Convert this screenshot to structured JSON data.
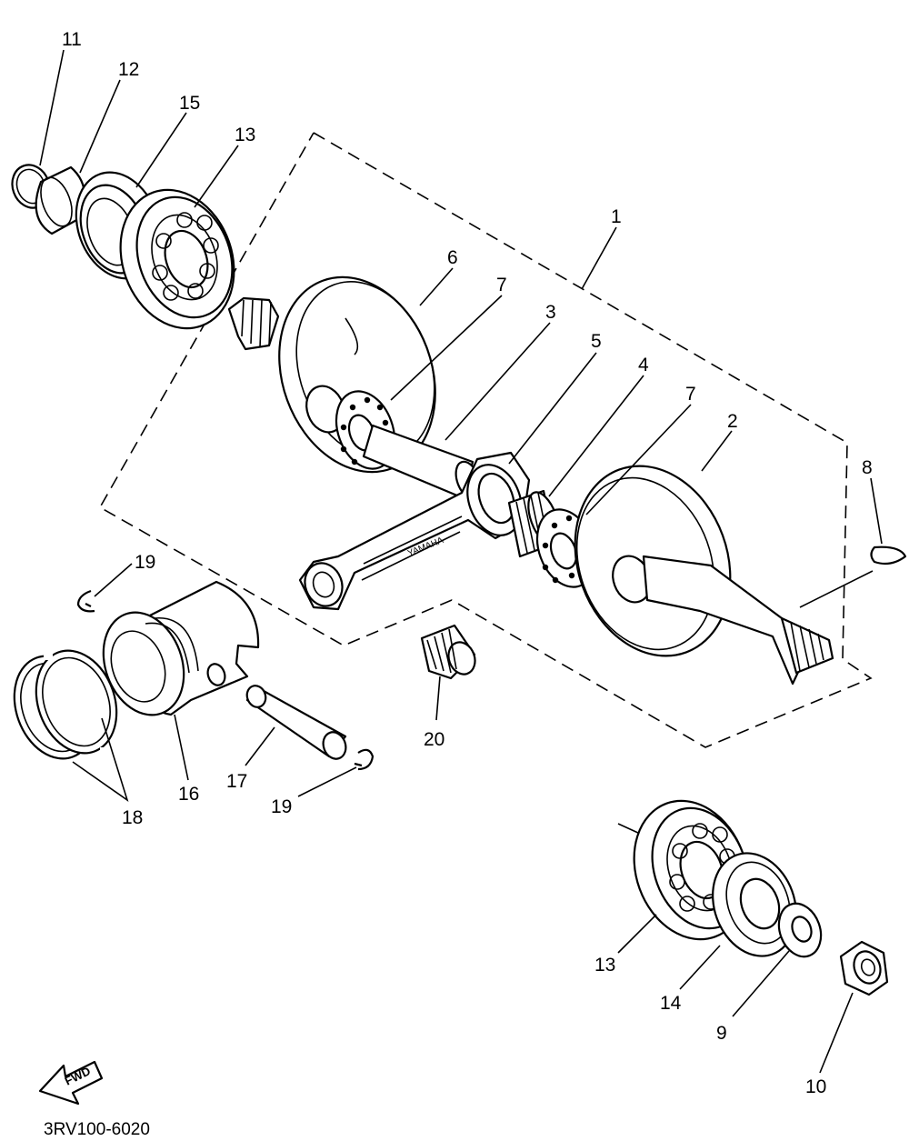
{
  "diagram": {
    "drawing_code": "3RV100-6020",
    "fwd_label": "FWD",
    "rod_marking": "YAMAHA",
    "callouts": {
      "c1": "1",
      "c2": "2",
      "c3": "3",
      "c4": "4",
      "c5": "5",
      "c6": "6",
      "c7a": "7",
      "c7b": "7",
      "c8": "8",
      "c9": "9",
      "c10": "10",
      "c11": "11",
      "c12": "12",
      "c13a": "13",
      "c13b": "13",
      "c14": "14",
      "c15": "15",
      "c16": "16",
      "c17": "17",
      "c18": "18",
      "c19a": "19",
      "c19b": "19",
      "c20": "20"
    }
  }
}
